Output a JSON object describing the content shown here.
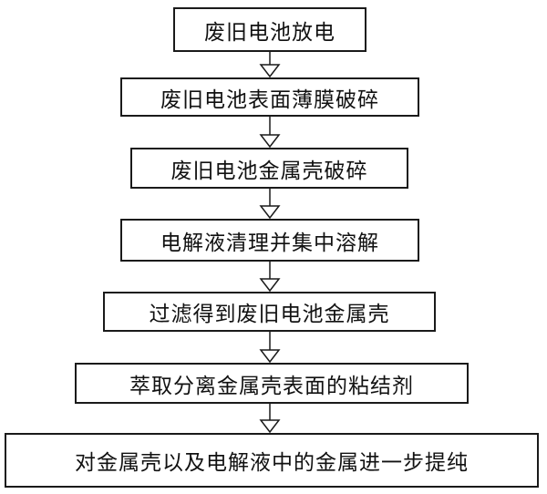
{
  "flowchart": {
    "steps": [
      {
        "label": "废旧电池放电"
      },
      {
        "label": "废旧电池表面薄膜破碎"
      },
      {
        "label": "废旧电池金属壳破碎"
      },
      {
        "label": "电解液清理并集中溶解"
      },
      {
        "label": "过滤得到废旧电池金属壳"
      },
      {
        "label": "萃取分离金属壳表面的粘结剂"
      },
      {
        "label": "对金属壳以及电解液中的金属进一步提纯"
      }
    ],
    "colors": {
      "box_border": "#1a1a1a",
      "text": "#111111",
      "arrow": "#1a1a1a"
    }
  }
}
